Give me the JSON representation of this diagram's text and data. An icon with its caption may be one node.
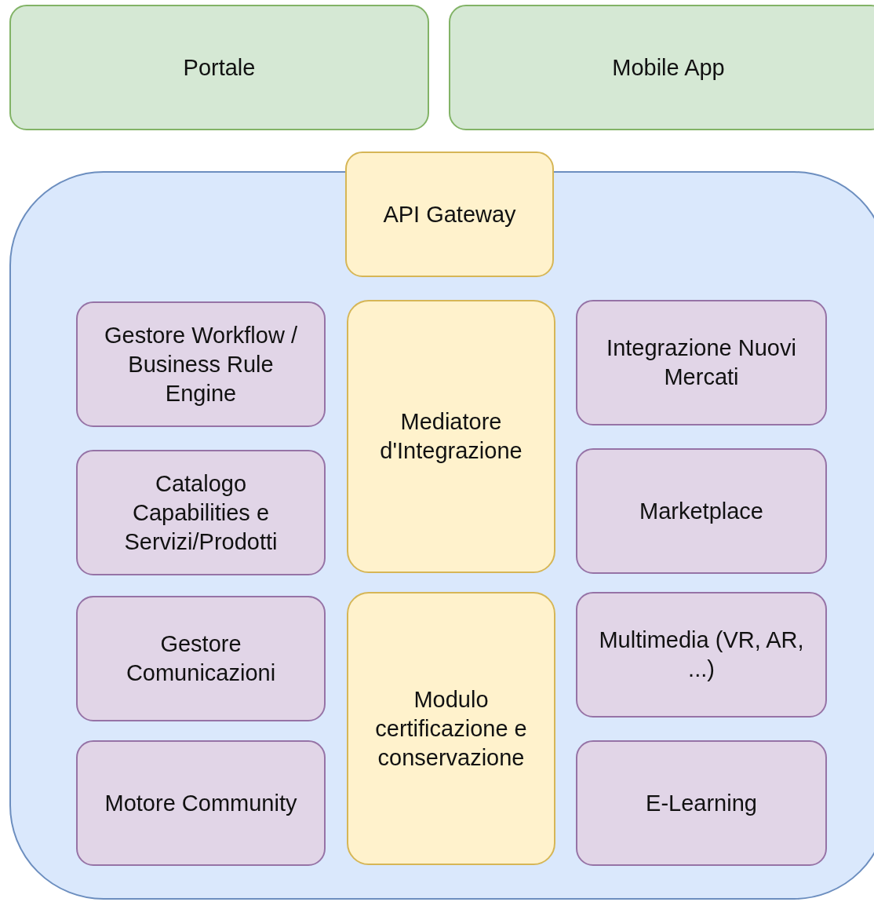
{
  "diagram": {
    "nodes": [
      {
        "text": [
          "Portale"
        ]
      },
      {
        "text": [
          "Mobile App"
        ]
      },
      {
        "text": [],
        "shape": "box"
      },
      {
        "text": [
          "API Gateway"
        ]
      },
      {
        "text": [
          "Gestore Workflow / Business Rule Engine"
        ],
        "in": 2
      },
      {
        "text": [
          "Mediatore d'Integrazione"
        ],
        "in": 2
      },
      {
        "text": [
          "Integrazione Nuovi Mercati"
        ],
        "in": 2
      },
      {
        "text": [
          "Catalogo Capabilities e Servizi/Prodotti"
        ],
        "in": 2
      },
      {
        "text": [
          "Marketplace"
        ],
        "in": 2
      },
      {
        "text": [
          "Gestore Comunicazioni"
        ],
        "in": 2
      },
      {
        "text": [
          "Modulo certificazione e conservazione"
        ],
        "in": 2
      },
      {
        "text": [
          "Multimedia (VR, AR, ...)"
        ],
        "in": 2
      },
      {
        "text": [
          "Motore Community"
        ],
        "in": 2
      },
      {
        "text": [
          "E-Learning"
        ],
        "in": 2
      }
    ],
    "edges": []
  }
}
